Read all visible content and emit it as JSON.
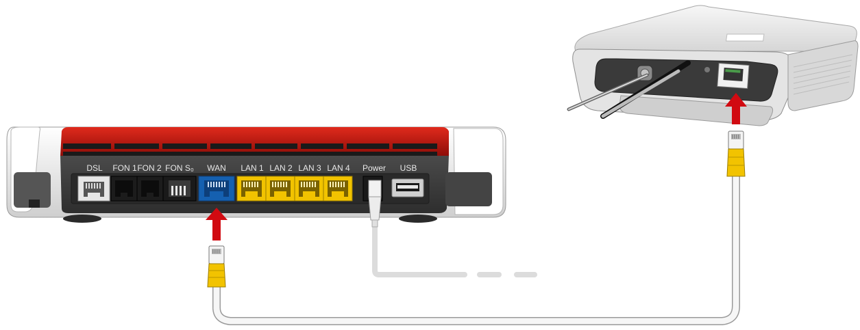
{
  "router": {
    "ports": [
      {
        "id": "dsl",
        "label": "DSL",
        "color": "#e6e6e6"
      },
      {
        "id": "fon1",
        "label": "FON 1",
        "color": "#1a1a1a"
      },
      {
        "id": "fon2",
        "label": "FON 2",
        "color": "#1a1a1a"
      },
      {
        "id": "fons0",
        "label": "FON S₀",
        "color": "#1a1a1a"
      },
      {
        "id": "wan",
        "label": "WAN",
        "color": "#1560b0"
      },
      {
        "id": "lan1",
        "label": "LAN 1",
        "color": "#f2c300"
      },
      {
        "id": "lan2",
        "label": "LAN 2",
        "color": "#f2c300"
      },
      {
        "id": "lan3",
        "label": "LAN 3",
        "color": "#f2c300"
      },
      {
        "id": "lan4",
        "label": "LAN 4",
        "color": "#f2c300"
      },
      {
        "id": "power",
        "label": "Power",
        "color": "#555555"
      },
      {
        "id": "usb",
        "label": "USB",
        "color": "#d0d0d0"
      }
    ],
    "accent_color": "#c8170f",
    "body_color": "#3a3a3a"
  },
  "cable": {
    "connector_color": "#f2c300",
    "cable_color": "#f4f4f4"
  },
  "arrows": {
    "color": "#d10a11"
  },
  "icons": [
    "router-device",
    "modem-device",
    "ethernet-plug",
    "power-plug",
    "red-arrow"
  ]
}
